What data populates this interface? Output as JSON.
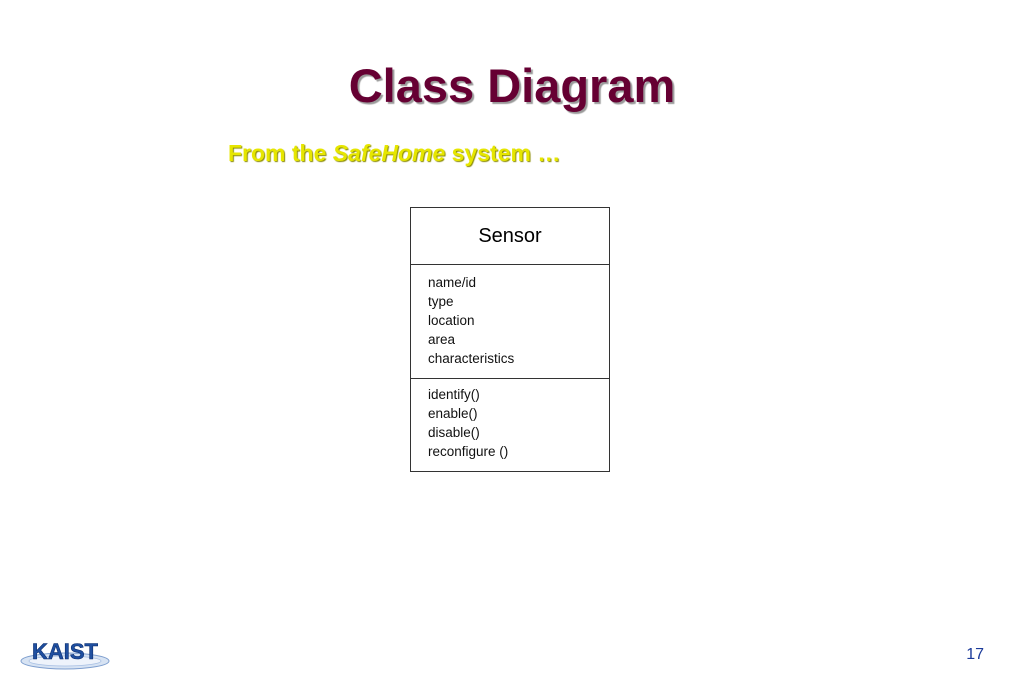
{
  "slide": {
    "title": "Class Diagram",
    "subtitle": {
      "prefix": "From the ",
      "emphasis": "SafeHome",
      "suffix": " system …"
    },
    "page_number": "17"
  },
  "class_diagram": {
    "class_name": "Sensor",
    "attributes": [
      "name/id",
      "type",
      "location",
      "area",
      "characteristics"
    ],
    "operations": [
      "identify()",
      "enable()",
      "disable()",
      "reconfigure ()"
    ]
  },
  "logo": {
    "text": "KAIST",
    "icon": "kaist-logo"
  },
  "colors": {
    "title": "#660033",
    "subtitle": "#e6e600",
    "page_number": "#1a3a9a",
    "logo_blue": "#1f4fa0"
  }
}
